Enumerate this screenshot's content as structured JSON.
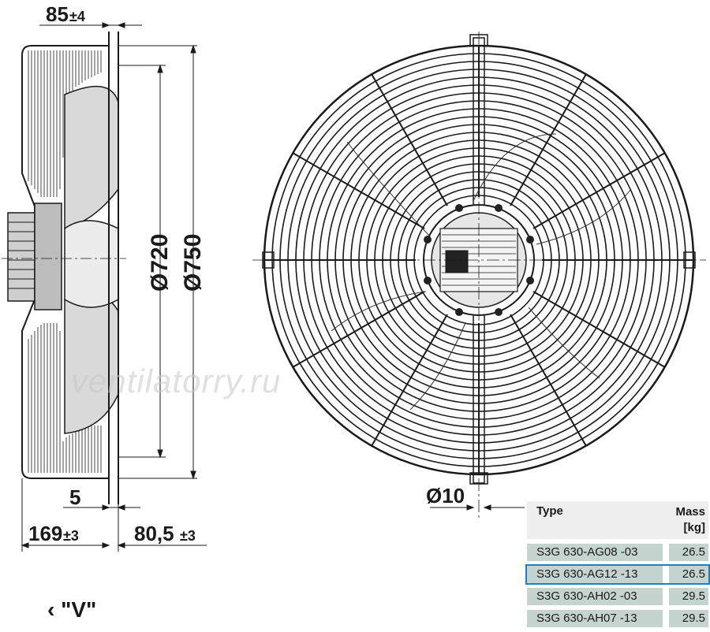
{
  "dimensions": {
    "top_depth": "85",
    "top_depth_tol": "±4",
    "diameter_inner": "Ø720",
    "diameter_outer": "Ø750",
    "gap": "5",
    "overall_depth": "169",
    "overall_depth_tol": "±3",
    "rear_depth": "80,5",
    "rear_depth_tol": "±3",
    "hole_diameter": "Ø10"
  },
  "watermark": "ventilatorry.ru",
  "view_label": "\"V\"",
  "table": {
    "col_type": "Type",
    "col_mass": "Mass",
    "col_mass_unit": "[kg]",
    "rows": [
      {
        "type": "S3G 630-AG08 -03",
        "mass": "26.5"
      },
      {
        "type": "S3G 630-AG12 -13",
        "mass": "26.5"
      },
      {
        "type": "S3G 630-AH02 -03",
        "mass": "29.5"
      },
      {
        "type": "S3G 630-AH07 -13",
        "mass": "29.5"
      }
    ],
    "selected_index": 1,
    "highlight_color": "#1d7fc8",
    "row_color": "#c5d4cf"
  }
}
